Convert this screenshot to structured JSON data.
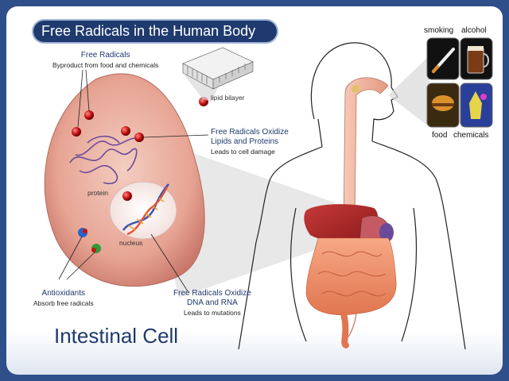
{
  "title": "Free Radicals in the Human Body",
  "free_radicals": {
    "heading": "Free Radicals",
    "sub": "Byproduct from food and chemicals"
  },
  "lipid_bilayer": "lipid bilayer",
  "oxidize_lipids": {
    "heading_line1": "Free Radicals Oxidize",
    "heading_line2": "Lipids and Proteins",
    "sub": "Leads to cell damage"
  },
  "protein": "protein",
  "nucleus": "nucleus",
  "antioxidants": {
    "heading": "Antioxidants",
    "sub": "Absorb free radicals"
  },
  "oxidize_dna": {
    "heading_line1": "Free Radicals Oxidize",
    "heading_line2": "DNA and RNA",
    "sub": "Leads to mutations"
  },
  "cell_title": "Intestinal Cell",
  "sources": {
    "smoking": "smoking",
    "alcohol": "alcohol",
    "food": "food",
    "chemicals": "chemicals"
  }
}
